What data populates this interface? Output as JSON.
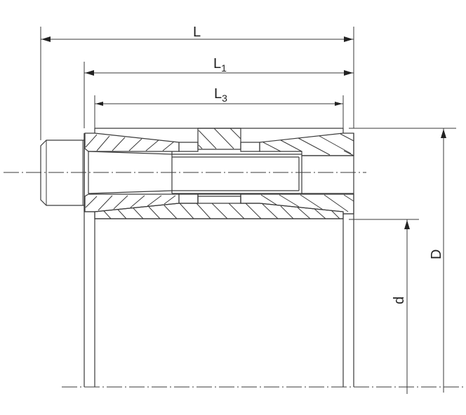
{
  "drawing": {
    "type": "technical-drawing",
    "subject": "locking assembly cross-section",
    "colors": {
      "line": "#3a3a3a",
      "background": "#ffffff"
    },
    "dimensions": {
      "L": {
        "main": "L",
        "sub": ""
      },
      "L1": {
        "main": "L",
        "sub": "1"
      },
      "L3": {
        "main": "L",
        "sub": "3"
      },
      "D": {
        "main": "D"
      },
      "d": {
        "main": "d"
      }
    }
  }
}
